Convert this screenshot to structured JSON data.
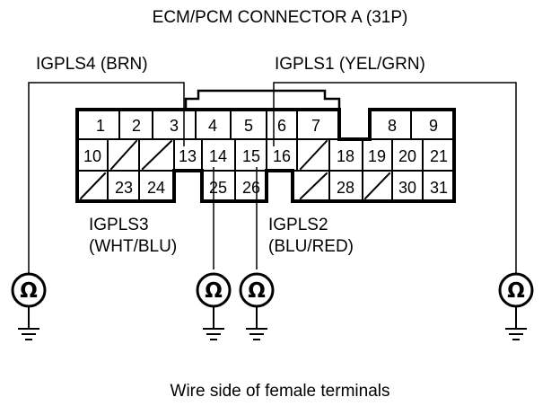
{
  "title": "ECM/PCM CONNECTOR A (31P)",
  "probes": {
    "igpls4": "IGPLS4 (BRN)",
    "igpls1": "IGPLS1 (YEL/GRN)",
    "igpls3": {
      "name": "IGPLS3",
      "color": "(WHT/BLU)"
    },
    "igpls2": {
      "name": "IGPLS2",
      "color": "(BLU/RED)"
    }
  },
  "caption": "Wire side of female terminals",
  "meter_symbol": "Ω",
  "ground_icon": "ground-icon",
  "connector": {
    "row1": [
      "1",
      "2",
      "3",
      "4",
      "5",
      "6",
      "7",
      "8",
      "9"
    ],
    "row2": [
      "10",
      "13",
      "14",
      "15",
      "16",
      "18",
      "19",
      "20",
      "21"
    ],
    "row3": [
      "23",
      "24",
      "25",
      "26",
      "28",
      "30",
      "31"
    ]
  }
}
